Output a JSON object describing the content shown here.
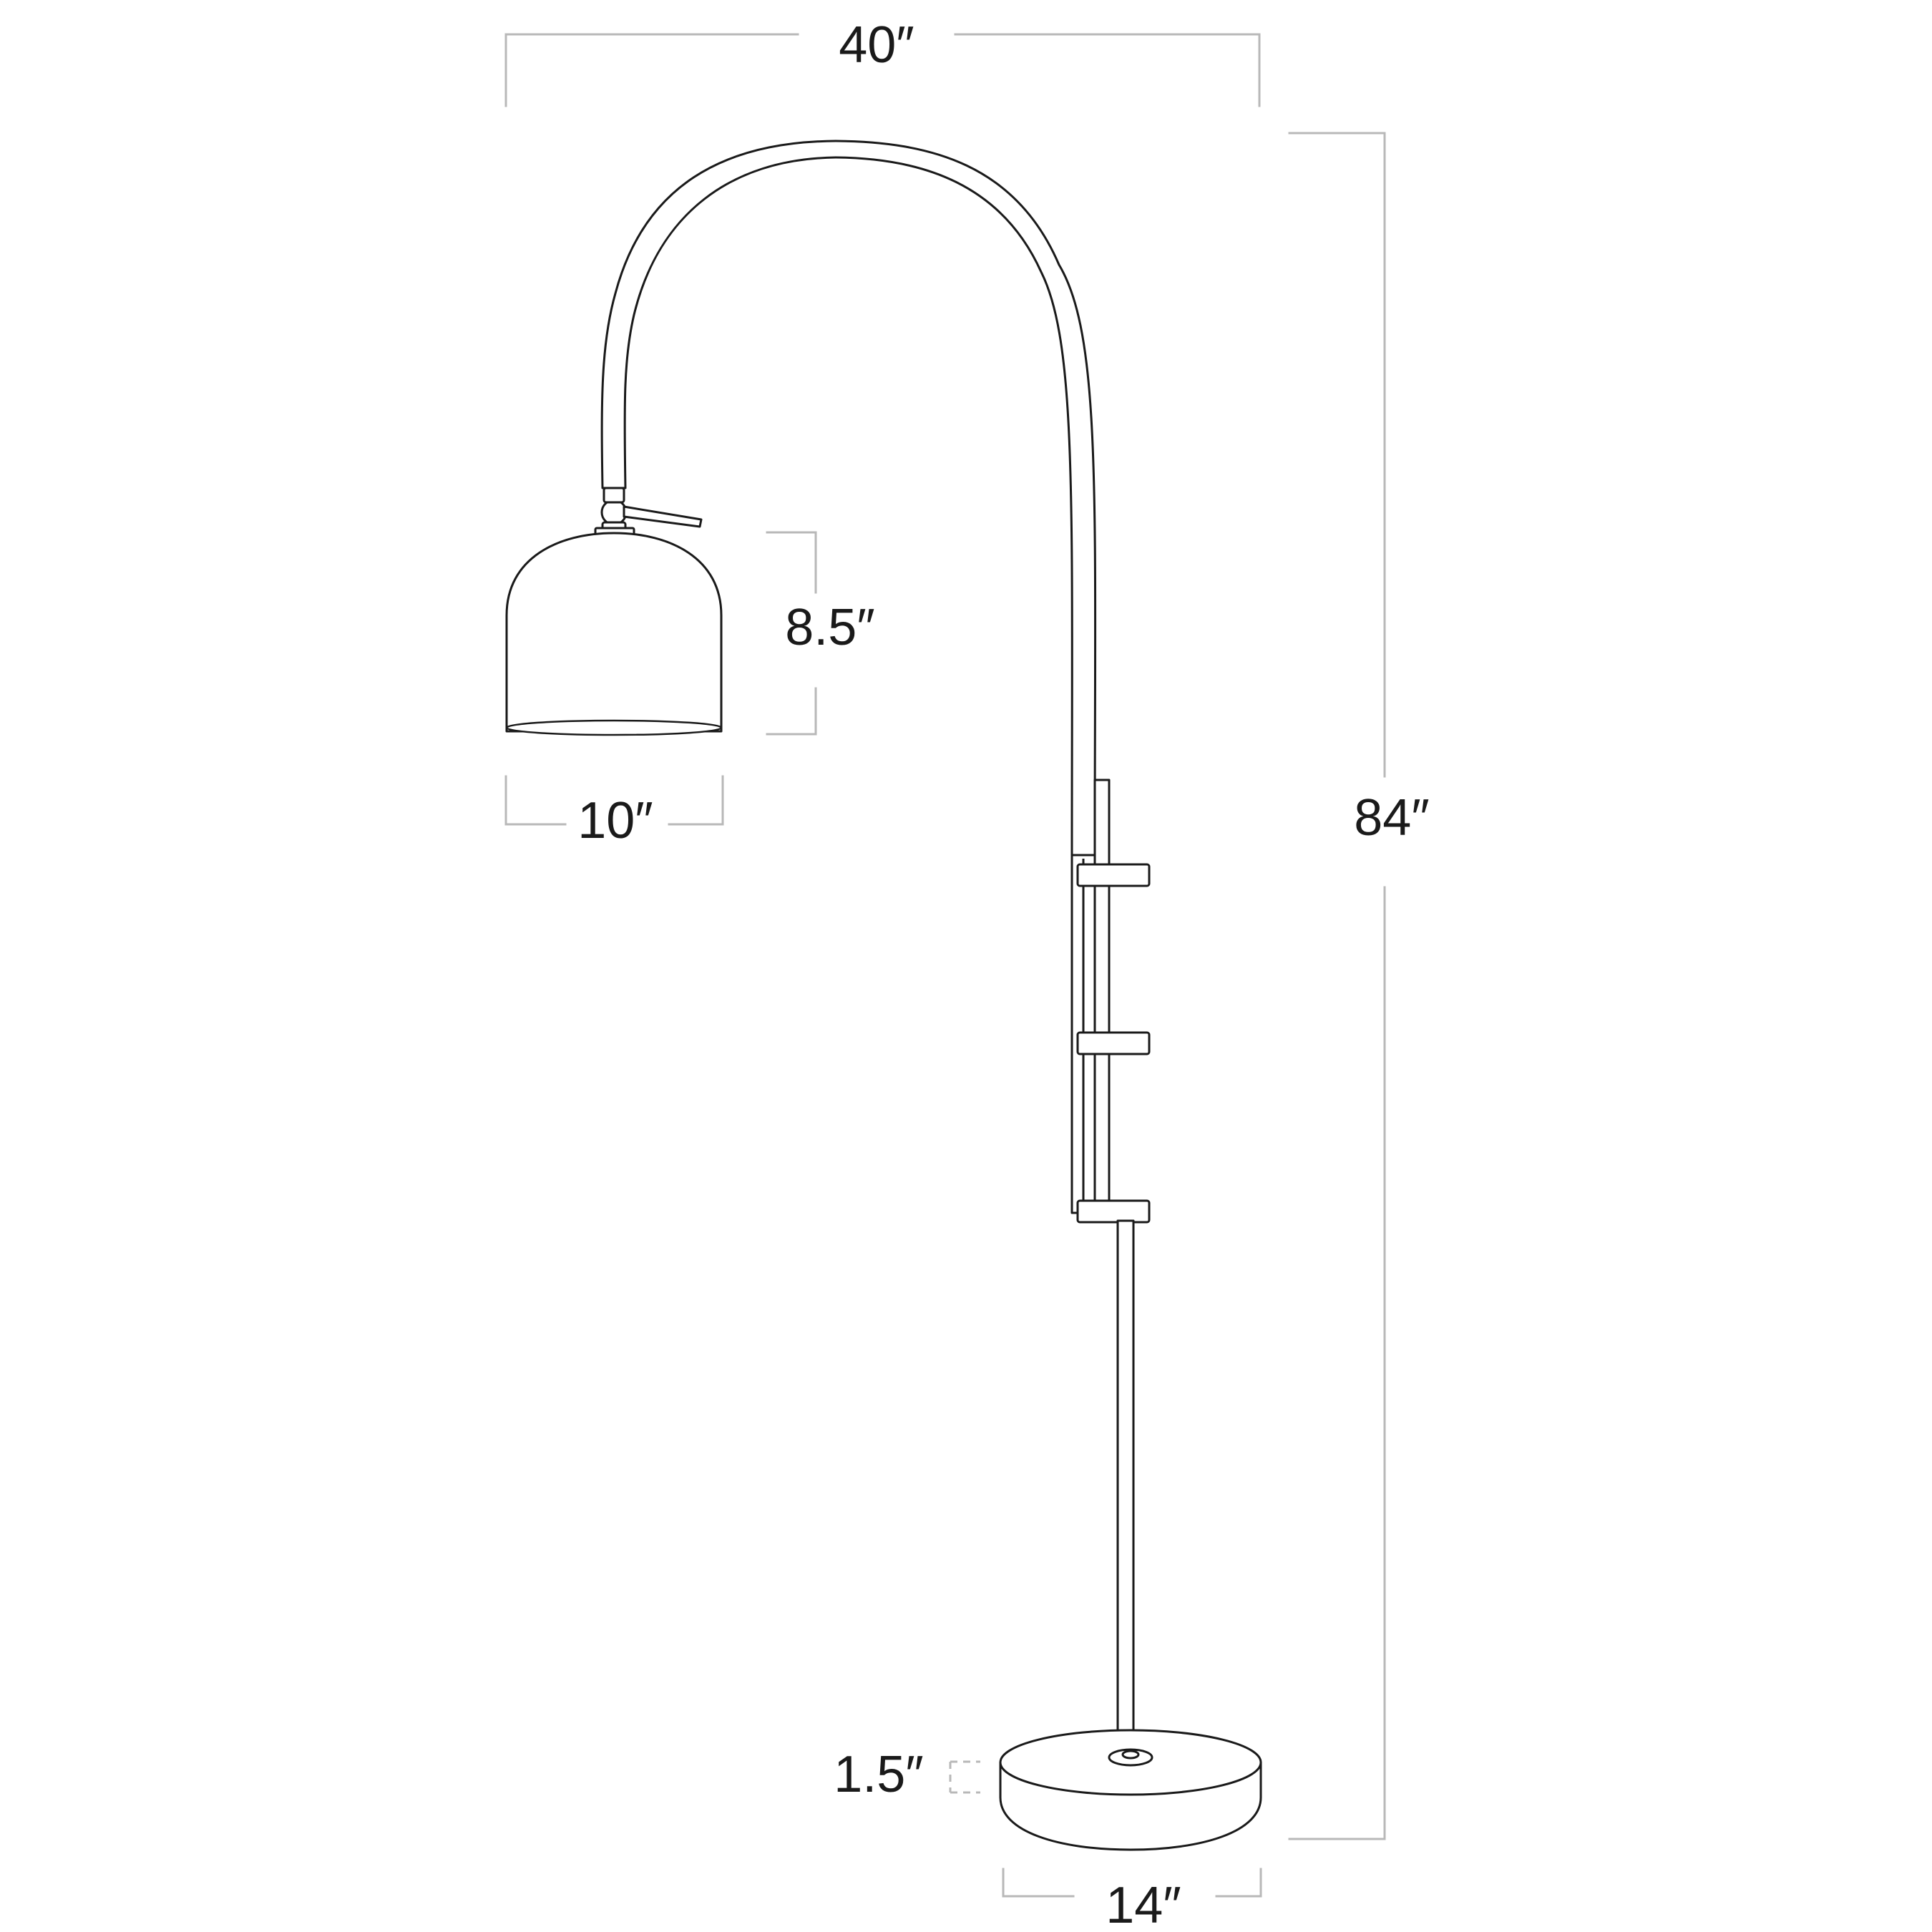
{
  "dimensions": {
    "overall_width": "40″",
    "shade_height": "8.5″",
    "shade_width": "10″",
    "overall_height": "84″",
    "base_height": "1.5″",
    "base_width": "14″"
  },
  "colors": {
    "outline": "#1a1a1a",
    "dimension_line": "#b8b8b8",
    "background": "#ffffff"
  }
}
